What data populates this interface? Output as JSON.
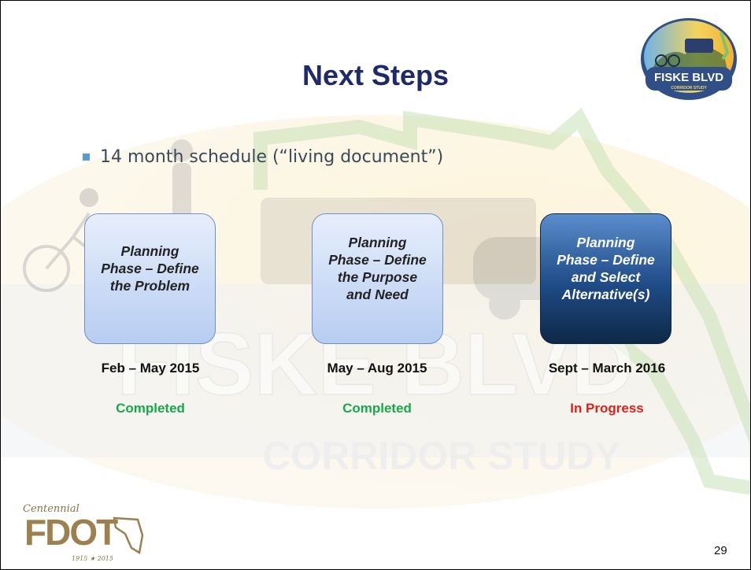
{
  "slide": {
    "title": "Next Steps",
    "bullet": "14 month schedule (“living document”)",
    "page_number": "29",
    "watermark": {
      "title_text": "FISKE BLVD",
      "subtitle_text": "CORRIDOR STUDY"
    },
    "phases": [
      {
        "label_lines": [
          "Planning",
          "Phase – Define",
          "the Problem"
        ],
        "dates": "Feb – May 2015",
        "status": "Completed",
        "status_color": "#17a84b"
      },
      {
        "label_lines": [
          "Planning",
          "Phase – Define",
          "the Purpose",
          "and Need"
        ],
        "dates": "May – Aug 2015",
        "status": "Completed",
        "status_color": "#17a84b"
      },
      {
        "label_lines": [
          "Planning",
          "Phase – Define",
          "and Select",
          "Alternative(s)"
        ],
        "dates": "Sept – March 2016",
        "status": "In Progress",
        "status_color": "#e0201a"
      }
    ]
  },
  "logos": {
    "top_right": {
      "main": "FISKE BLVD",
      "sub": "CORRIDOR STUDY"
    },
    "bottom_left": {
      "script": "Centennial",
      "main": "FDOT",
      "years": "1915 ★ 2015"
    }
  },
  "colors": {
    "title": "#1f2a6b",
    "bullet_marker": "#5b9bd5",
    "box_light": "#c8d9f5",
    "box_dark": "#1f4b86"
  }
}
